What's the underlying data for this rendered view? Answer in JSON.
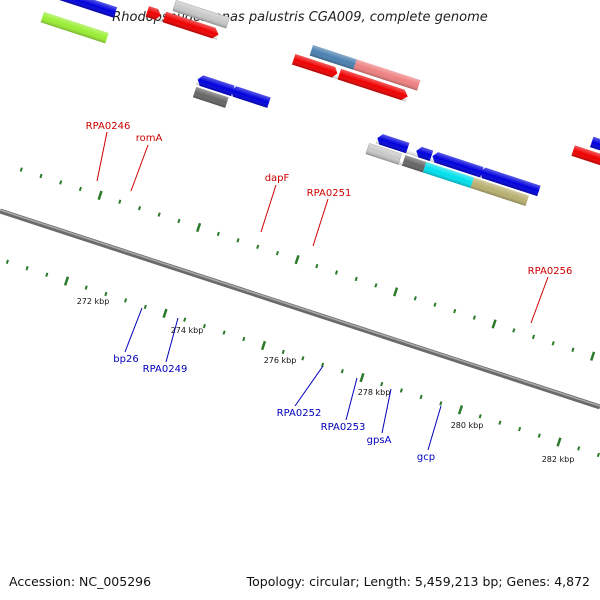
{
  "title": "Rhodopseudomonas palustris CGA009, complete genome",
  "footer": {
    "accession": "Accession: NC_005296",
    "stats": "Topology: circular; Length: 5,459,213 bp; Genes: 4,872"
  },
  "tick_labels": {
    "t272": "272 kbp",
    "t274": "274 kbp",
    "t276": "276 kbp",
    "t278": "278 kbp",
    "t280": "280 kbp",
    "t282": "282 kbp"
  },
  "gene_labels": {
    "RPA0246": "RPA0246",
    "romA": "romA",
    "dapF": "dapF",
    "RPA0251": "RPA0251",
    "RPA0256": "RPA0256",
    "bp26": "bp26",
    "RPA0249": "RPA0249",
    "RPA0252": "RPA0252",
    "RPA0253": "RPA0253",
    "gpsA": "gpsA",
    "gcp": "gcp"
  },
  "colors": {
    "red": "#ee0000",
    "blue": "#0000dd",
    "grey": "#666666",
    "light_grey": "#c8c8c8",
    "steel_blue": "#4a80b0",
    "pink": "#ee8080",
    "cyan": "#00e0ee",
    "khaki": "#b8b070",
    "lime": "#99ee33",
    "tick_green": "#2a7a2a",
    "backbone": "#888888",
    "label_red": "#cc0000",
    "label_blue": "#0000bb"
  }
}
